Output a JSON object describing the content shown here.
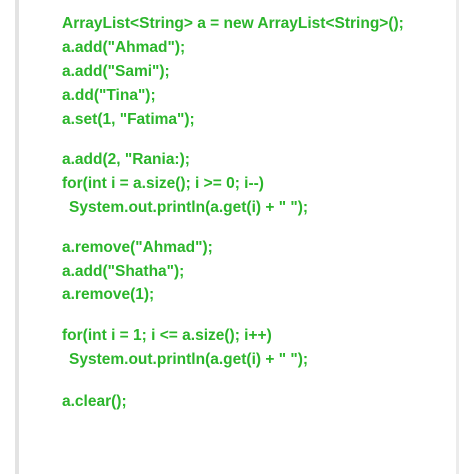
{
  "colors": {
    "code_text": "#2bb52b",
    "background": "#ffffff",
    "margin_rule": "#e3e3e3"
  },
  "code": {
    "lines": [
      "ArrayList<String> a = new ArrayList<String>();",
      "a.add(\"Ahmad\");",
      "a.add(\"Sami\");",
      "a.dd(\"Tina\");",
      "a.set(1, \"Fatima\");",
      "a.add(2, \"Rania:);",
      "for(int i = a.size(); i >= 0; i--)",
      "System.out.println(a.get(i) + \" \");",
      "a.remove(\"Ahmad\");",
      "a.add(\"Shatha\");",
      "a.remove(1);",
      "for(int i = 1; i <= a.size(); i++)",
      "System.out.println(a.get(i) + \" \");",
      "a.clear();"
    ]
  }
}
